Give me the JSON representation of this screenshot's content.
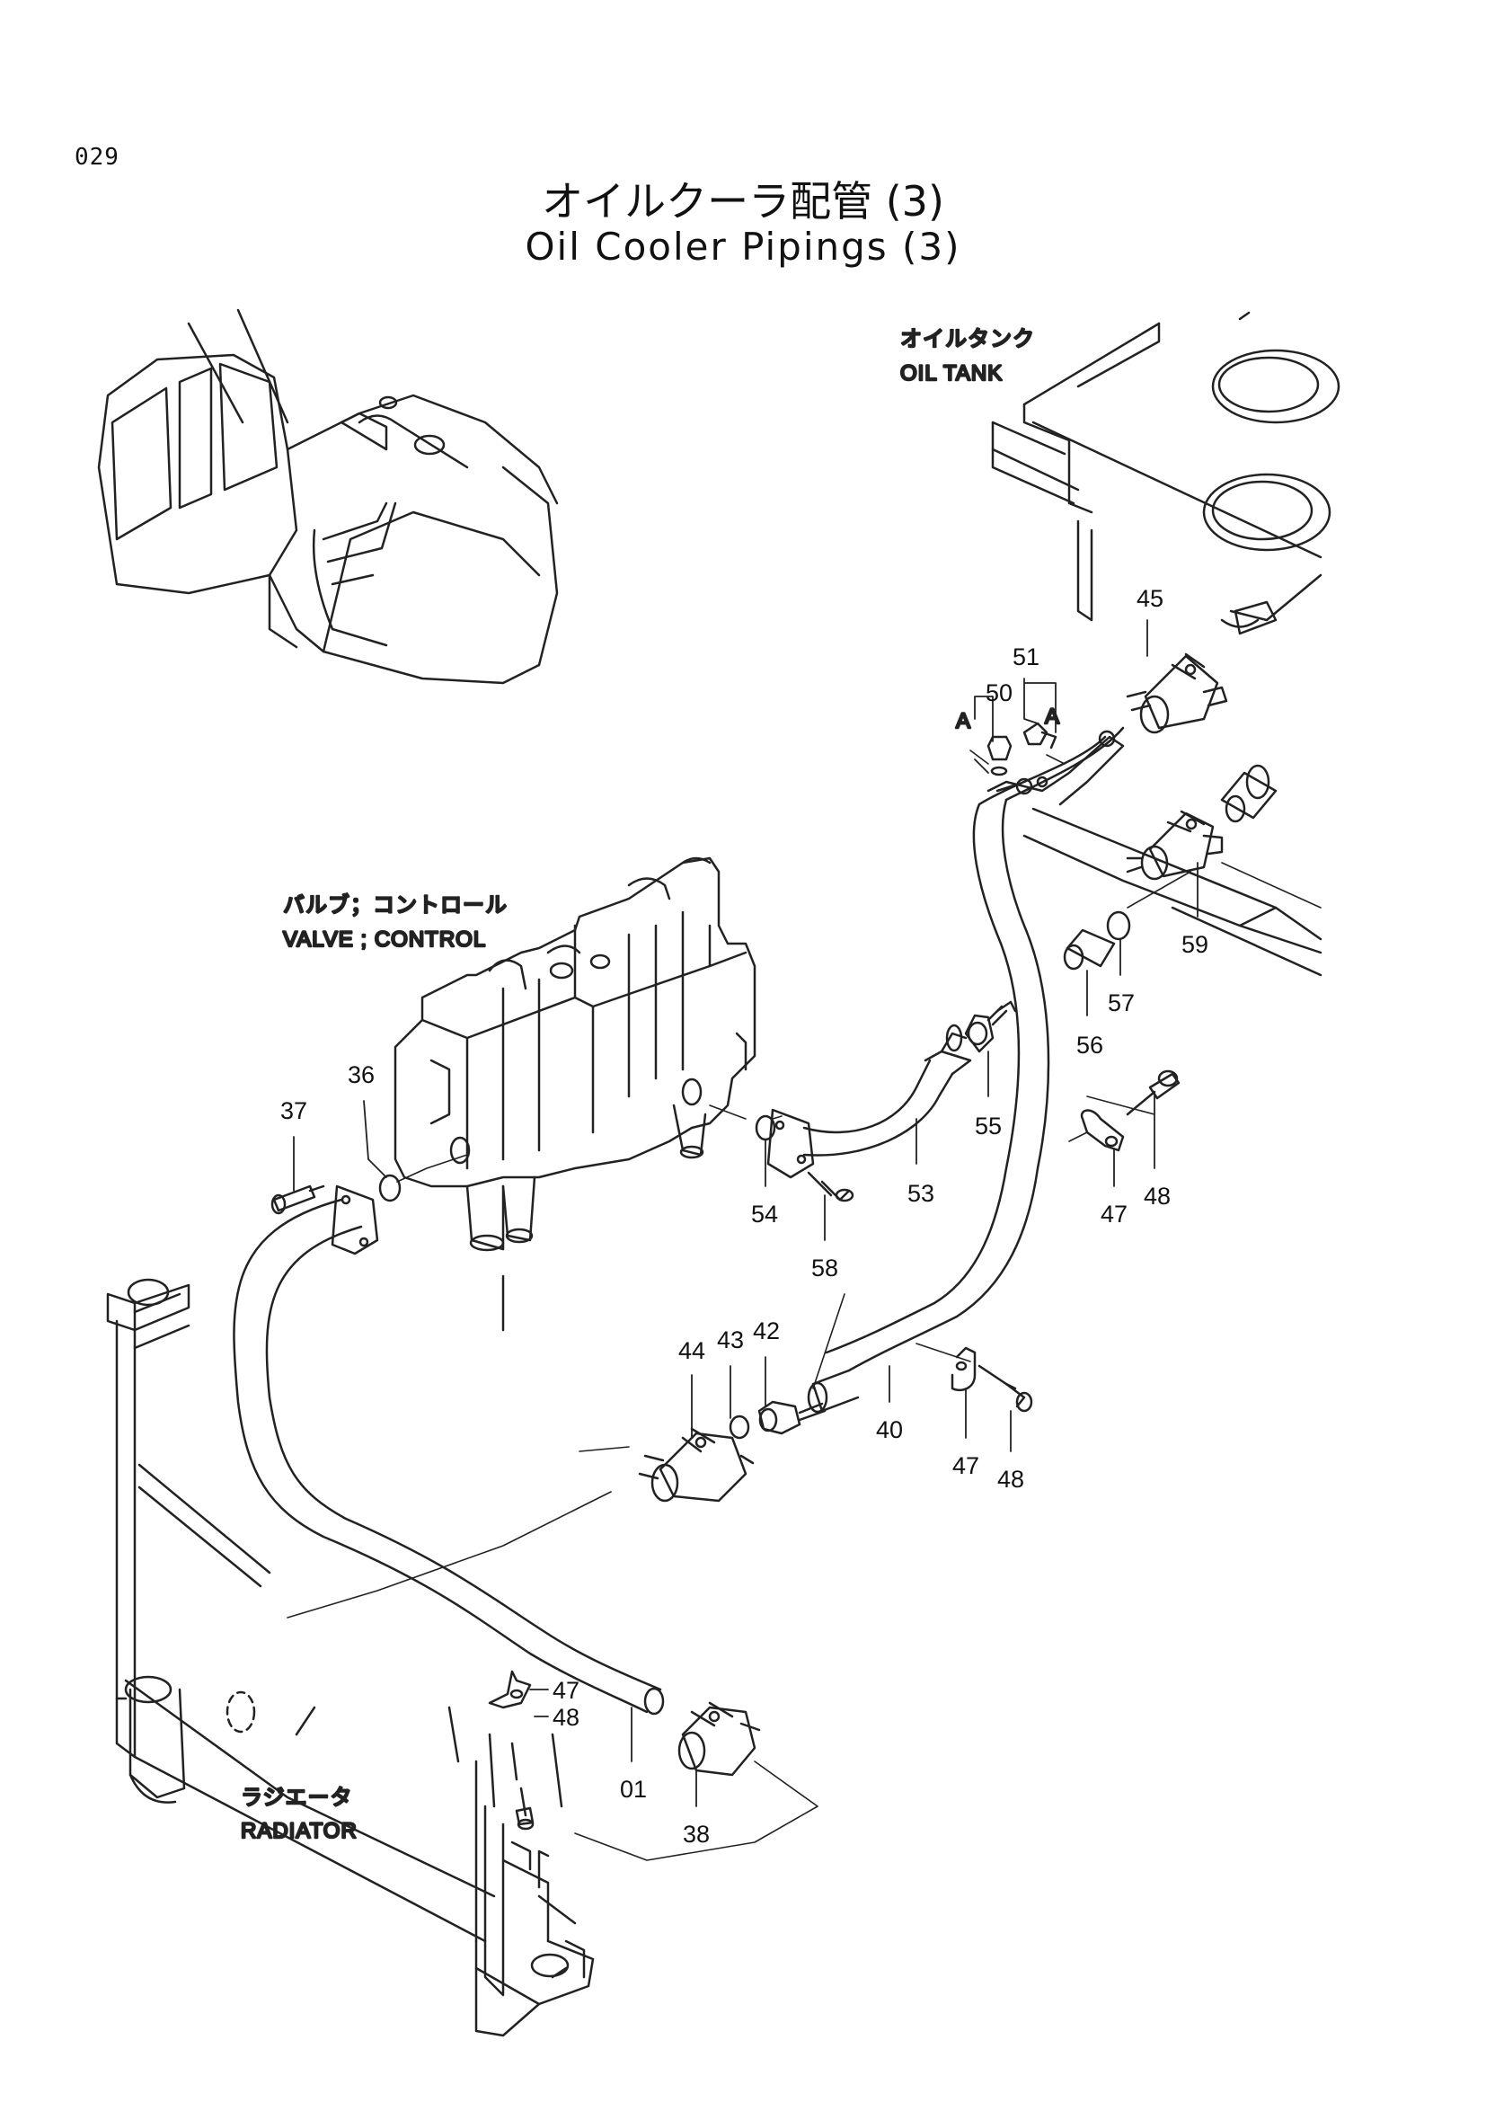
{
  "page": {
    "number": "029"
  },
  "title": {
    "ja": "オイルクーラ配管 (3)",
    "en": "Oil Cooler Pipings (3)"
  },
  "components": {
    "oil_tank": {
      "ja": "オイルタンク",
      "en": "OIL TANK"
    },
    "valve_control": {
      "ja": "バルブ；コントロール",
      "en": "VALVE ; CONTROL"
    },
    "radiator": {
      "ja": "ラジエータ",
      "en": "RADIATOR"
    }
  },
  "view_marks": [
    "A",
    "A"
  ],
  "callouts": [
    "45",
    "51",
    "50",
    "59",
    "56",
    "57",
    "36",
    "37",
    "55",
    "54",
    "53",
    "58",
    "48",
    "47",
    "44",
    "43",
    "42",
    "40",
    "47",
    "48",
    "47",
    "48",
    "01",
    "38"
  ]
}
